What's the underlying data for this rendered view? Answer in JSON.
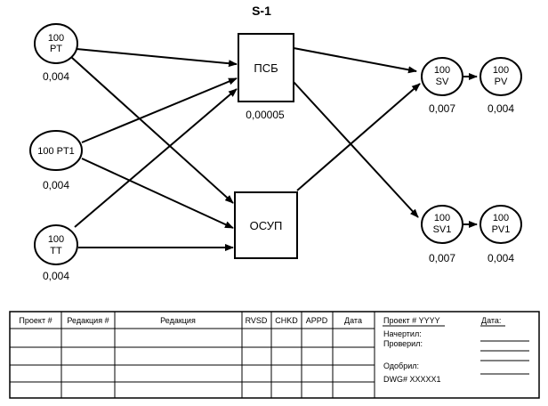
{
  "diagram": {
    "title": "S-1",
    "nodes": {
      "pt": {
        "line1": "100",
        "line2": "PT",
        "value": "0,004"
      },
      "pt1": {
        "line1": "100 PT1",
        "value": "0,004"
      },
      "tt": {
        "line1": "100",
        "line2": "TT",
        "value": "0,004"
      },
      "psb": {
        "label": "ПСБ",
        "value": "0,00005"
      },
      "osup": {
        "label": "ОСУП"
      },
      "sv": {
        "line1": "100",
        "line2": "SV",
        "value": "0,007"
      },
      "pv": {
        "line1": "100",
        "line2": "PV",
        "value": "0,004"
      },
      "sv1": {
        "line1": "100",
        "line2": "SV1",
        "value": "0,007"
      },
      "pv1": {
        "line1": "100",
        "line2": "PV1",
        "value": "0,004"
      }
    }
  },
  "title_block": {
    "headers": [
      "Проект #",
      "Редакция #",
      "Редакция",
      "RVSD",
      "CHKD",
      "APPD",
      "Дата"
    ],
    "project": "Проект # YYYY",
    "date_label": "Дата:",
    "drawn": "Начертил:",
    "checked": "Проверил:",
    "approved": "Одобрил:",
    "dwg": "DWG# XXXXX1"
  }
}
